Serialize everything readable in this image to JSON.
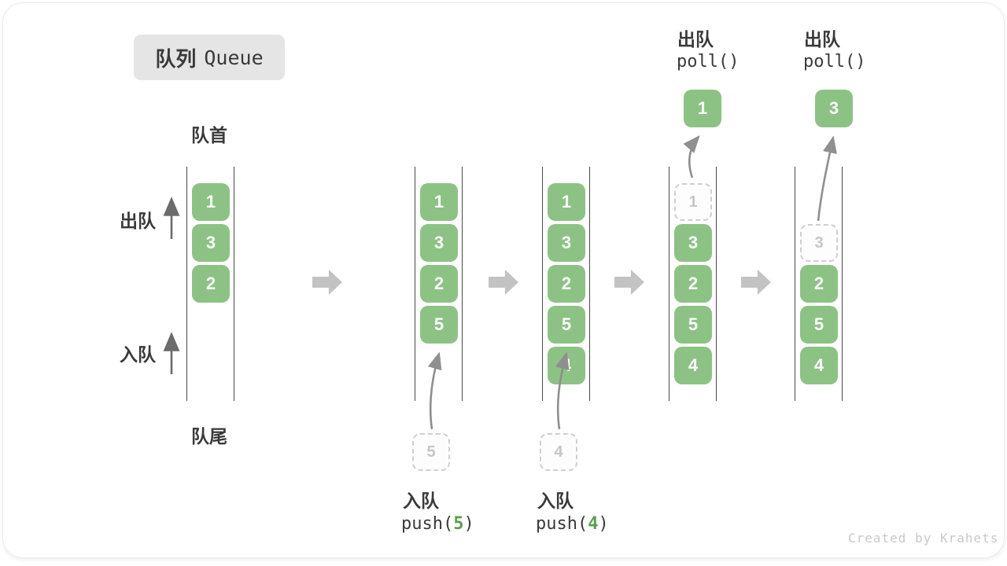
{
  "title": {
    "zh": "队列",
    "en": "Queue"
  },
  "queue_labels": {
    "front": "队首",
    "rear": "队尾",
    "dequeue": "出队",
    "enqueue": "入队"
  },
  "steps": {
    "initial": {
      "items": [
        "1",
        "3",
        "2"
      ]
    },
    "push5": {
      "items": [
        "1",
        "3",
        "2",
        "5"
      ],
      "incoming": "5",
      "op_zh": "入队",
      "op_pre": "push(",
      "op_arg": "5",
      "op_post": ")"
    },
    "push4": {
      "items": [
        "1",
        "3",
        "2",
        "5",
        "4"
      ],
      "incoming": "4",
      "op_zh": "入队",
      "op_pre": "push(",
      "op_arg": "4",
      "op_post": ")"
    },
    "poll1": {
      "ghost": "1",
      "items": [
        "3",
        "2",
        "5",
        "4"
      ],
      "outgoing": "1",
      "op_zh": "出队",
      "op_code": "poll()"
    },
    "poll3": {
      "ghost": "3",
      "items": [
        "2",
        "5",
        "4"
      ],
      "outgoing": "3",
      "op_zh": "出队",
      "op_code": "poll()"
    }
  },
  "watermark": "Created by Krahets",
  "colors": {
    "item_green": "#8cc384",
    "accent_green": "#5a9e50",
    "block_arrow_gray": "#c3c3c3",
    "rail_gray": "#4a4a4a",
    "thin_arrow_gray": "#8f8f8f",
    "ghost_gray": "#c6c6c6",
    "badge_bg": "#e5e5e5",
    "text_dark": "#3a3a3a",
    "watermark_gray": "#c9c9c9"
  }
}
